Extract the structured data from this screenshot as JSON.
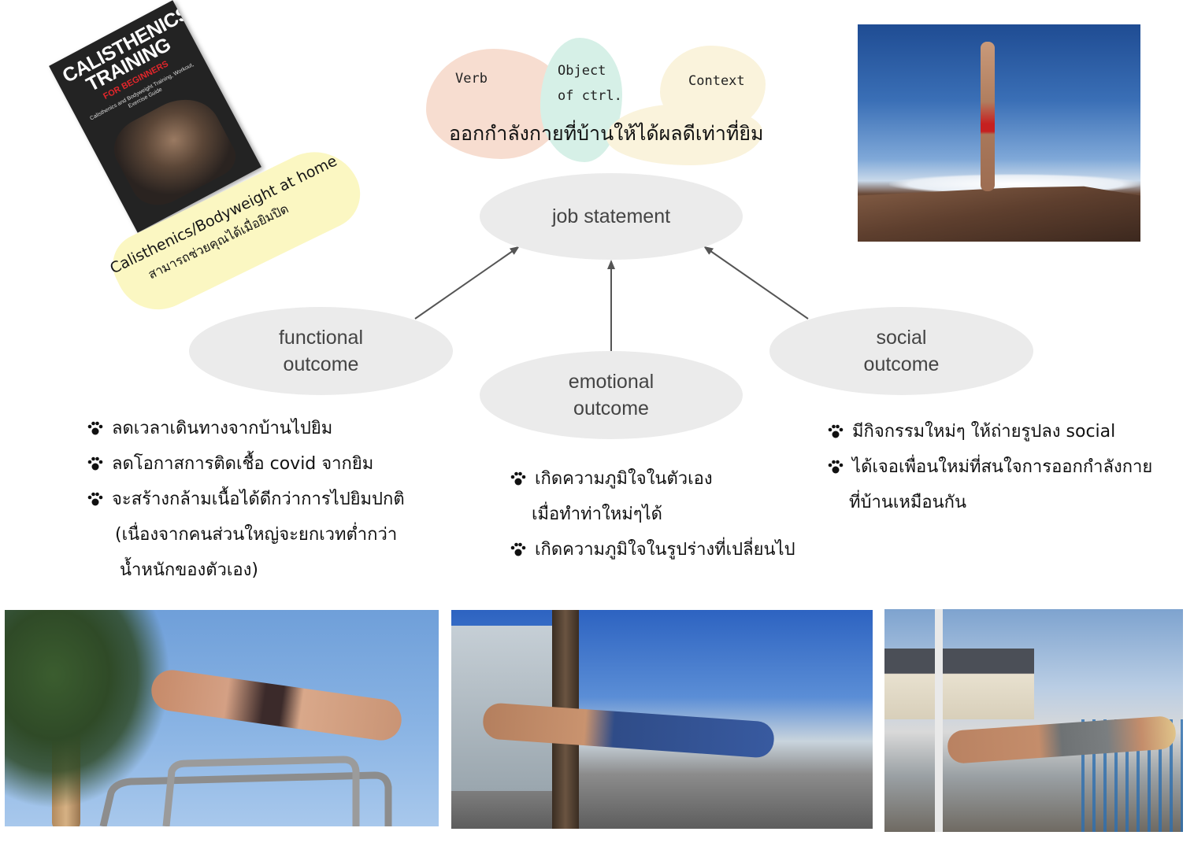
{
  "book": {
    "title_line1": "CALISTHENICS",
    "title_line2": "TRAINING",
    "subtitle": "FOR BEGINNERS",
    "description": "Calisthenics and Bodyweight Training, Workout, Exercise Guide"
  },
  "caption": {
    "line1": "Calisthenics/Bodyweight at home",
    "line2": "สามารถช่วยคุณได้เมื่อยิมปิด"
  },
  "statement": {
    "verb_label": "Verb",
    "object_label_line1": "Object",
    "object_label_line2": "of ctrl.",
    "context_label": "Context",
    "text": "ออกกำลังกายที่บ้านให้ได้ผลดีเท่าที่ยิม"
  },
  "diagram": {
    "job": "job statement",
    "functional": [
      "functional",
      "outcome"
    ],
    "emotional": [
      "emotional",
      "outcome"
    ],
    "social": [
      "social",
      "outcome"
    ],
    "arrow_color": "#555555"
  },
  "functional_list": {
    "items": [
      "ลดเวลาเดินทางจากบ้านไปยิม",
      "ลดโอกาสการติดเชื้อ covid จากยิม",
      "จะสร้างกล้ามเนื้อได้ดีกว่าการไปยิมปกติ"
    ],
    "continuation": [
      "(เนื่องจากคนส่วนใหญ่จะยกเวทต่ำกว่า",
      "น้ำหนักของตัวเอง)"
    ]
  },
  "emotional_list": {
    "items": [
      "เกิดความภูมิใจในตัวเอง",
      "เกิดความภูมิใจในรูปร่างที่เปลี่ยนไป"
    ],
    "continuation_item1": "เมื่อทำท่าใหม่ๆได้"
  },
  "social_list": {
    "items": [
      "มีกิจกรรมใหม่ๆ ให้ถ่ายรูปลง social",
      "ได้เจอเพื่อนใหม่ที่สนใจการออกกำลังกาย"
    ],
    "continuation_item2": "ที่บ้านเหมือนกัน"
  },
  "colors": {
    "verb_blob": "#f7ddd0",
    "object_blob": "#d6f0e7",
    "context_blob": "#faf3dc",
    "caption_highlight": "#fbf7c2",
    "ellipse_fill": "#ebebeb"
  },
  "icons": {
    "bullet": "paw-print-icon"
  }
}
